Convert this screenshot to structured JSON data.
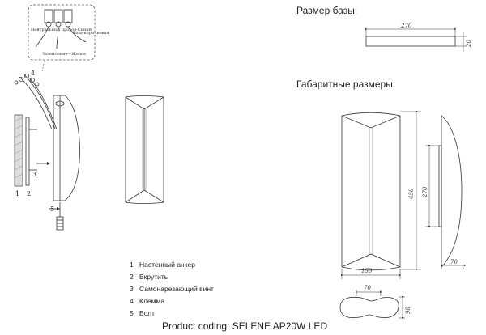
{
  "headers": {
    "base_size": "Размер базы:",
    "overall_size": "Габаритные размеры:"
  },
  "wiring": {
    "neutral": "Нейтральный провод-Синий",
    "phase": "Фаза-коричневая",
    "ground": "Заземление—Желое"
  },
  "callouts": [
    "1",
    "2",
    "3",
    "4",
    "5"
  ],
  "parts": [
    {
      "num": "1",
      "label": "Настенный анкер"
    },
    {
      "num": "2",
      "label": "Вкрутить"
    },
    {
      "num": "3",
      "label": "Самонарезающий винт"
    },
    {
      "num": "4",
      "label": "Клемма"
    },
    {
      "num": "5",
      "label": "Болт"
    }
  ],
  "dimensions": {
    "base_length": "270",
    "base_height": "20",
    "overall_height": "450",
    "side_height": "270",
    "front_width": "150",
    "depth": "70",
    "top_width": "70",
    "top_depth": "98"
  },
  "footer": "Product coding: SELENE AP20W LED"
}
